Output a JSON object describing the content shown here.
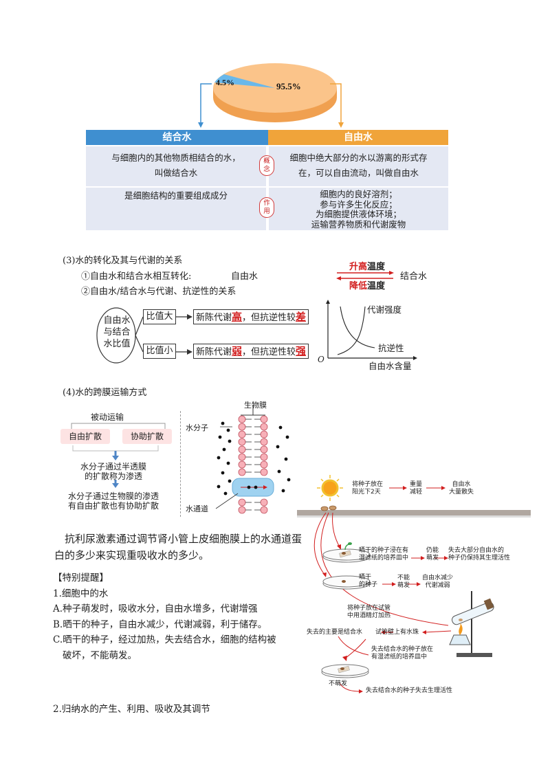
{
  "pie": {
    "small_label": "4.5%",
    "large_label": "95.5%",
    "small_value": 4.5,
    "large_value": 95.5
  },
  "table": {
    "left_header": "结合水",
    "right_header": "自由水",
    "concept_badge": "概念",
    "function_badge": "作用",
    "left_concept": [
      "与细胞内的其他物质相结合的水，",
      "叫做结合水"
    ],
    "right_concept": [
      "细胞中绝大部分的水以游离的形式存",
      "在，可以自由流动，叫做自由水"
    ],
    "left_function": "是细胞结构的重要组成成分",
    "right_function": [
      "细胞内的良好溶剂；",
      "参与许多生化反应；",
      "为细胞提供液体环境；",
      "运输营养物质和代谢废物"
    ]
  },
  "section3": {
    "title": "(3)水的转化及其与代谢的关系",
    "item1": "①自由水和结合水相互转化:",
    "item1_left": "自由水",
    "item1_right": "结合水",
    "arrow_up_red": "升高",
    "arrow_up_black": "温度",
    "arrow_down_red": "降低",
    "arrow_down_black": "温度",
    "item2": "②自由水/结合水与代谢、抗逆性的关系"
  },
  "ratio_diagram": {
    "circle_text": [
      "自由水",
      "与结合",
      "水比值"
    ],
    "big": "比值大",
    "small": "比值小",
    "big_result_a": "新陈代谢",
    "big_result_red1": "高",
    "big_result_b": "，但抗逆性较",
    "big_result_red2": "差",
    "small_result_a": "新陈代谢",
    "small_result_red1": "弱",
    "small_result_b": "，但抗逆性较",
    "small_result_red2": "强"
  },
  "curve_chart": {
    "metabolism_label": "代谢强度",
    "resistance_label": "抗逆性",
    "x_label": "自由水含量",
    "origin": "O"
  },
  "section4": {
    "title": "(4)水的跨膜运输方式"
  },
  "transport_diagram": {
    "passive": "被动运输",
    "free_diffusion": "自由扩散",
    "facilitated": "协助扩散",
    "step1": [
      "水分子通过半透膜",
      "的扩散称为渗透"
    ],
    "step2": [
      "水分子通过生物膜的渗透",
      "有自由扩散也有协助扩散"
    ]
  },
  "membrane_diagram": {
    "membrane": "生物膜",
    "water_molecule": "水分子",
    "water_channel": "水通道"
  },
  "paragraph": [
    "抗利尿激素通过调节肾小管上皮细胞膜上的水通道蛋",
    "白的多少来实现重吸收水的多少。"
  ],
  "reminder": {
    "title": "【特别提醒】",
    "heading": "1.细胞中的水",
    "a": "A.种子萌发时，吸收水分，自由水增多，代谢增强",
    "b": "B.晒干的种子，自由水减少，代谢减弱，利于储存。",
    "c1": "C.晒干的种子，经过加热，失去结合水，细胞的结构被",
    "c2": "破坏，不能萌发。"
  },
  "seed_diagram": {
    "sun_text": [
      "将种子放在",
      "阳光下2天"
    ],
    "weight": [
      "重量",
      "减轻"
    ],
    "free_loss": [
      "自由水",
      "大量散失"
    ],
    "soak": [
      "晒干的种子浸在有",
      "湿滤纸的培养皿中"
    ],
    "still": [
      "仍能",
      "萌发"
    ],
    "lose_most": [
      "失去大部分自由水的",
      "种子仍保持其生理活性"
    ],
    "dried": [
      "晒干",
      "的种子"
    ],
    "cannot": [
      "不能",
      "萌发"
    ],
    "reduce": [
      "自由水减少",
      "代谢减弱"
    ],
    "heat": [
      "将种子放在试管",
      "中用酒精灯加热"
    ],
    "loss_main": "失去的主要是结合水",
    "droplets": "试管壁上有水珠",
    "place": [
      "失去结合水的种子放在",
      "有湿滤纸的培养皿中"
    ],
    "no_germ": "不萌发",
    "lose_activity": "失去结合水的种子失去生理活性"
  },
  "section2": "2.归纳水的产生、利用、吸收及其调节",
  "colors": {
    "blue": "#3f8fd0",
    "orange": "#f0a43a",
    "red": "#d21e1e",
    "pie_top": "#fbc48a",
    "pie_side": "#f0a050",
    "pie_blue": "#6ab8ea"
  }
}
